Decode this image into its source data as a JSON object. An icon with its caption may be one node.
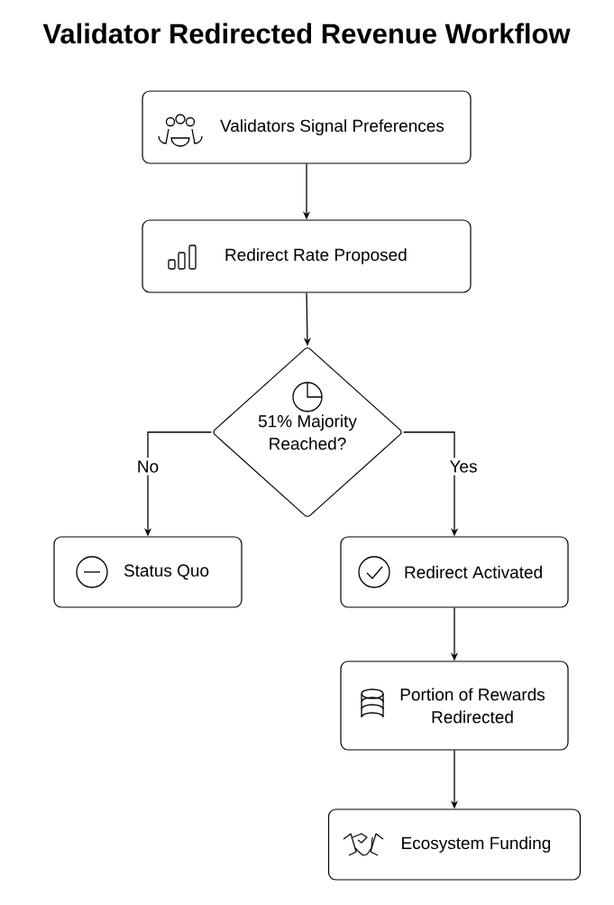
{
  "diagram": {
    "title": "Validator Redirected Revenue Workflow",
    "nodes": [
      {
        "text": [
          "Validators Signal Preferences"
        ]
      },
      {
        "text": [
          "Redirect Rate Proposed"
        ]
      },
      {
        "text": [
          "51% Majority Reached?"
        ]
      },
      {
        "text": [
          "Status Quo"
        ]
      },
      {
        "text": [
          "Redirect Activated"
        ]
      },
      {
        "text": [
          "Portion of Rewards Redirected"
        ]
      },
      {
        "text": [
          "Ecosystem Funding"
        ]
      }
    ],
    "edges": [
      {
        "from": 0,
        "to": 1,
        "arrow": "to"
      },
      {
        "from": 1,
        "to": 2,
        "arrow": "to"
      },
      {
        "from": 2,
        "to": 3,
        "arrow": "to",
        "label": "No"
      },
      {
        "from": 2,
        "to": 4,
        "arrow": "to",
        "label": "Yes"
      },
      {
        "from": 4,
        "to": 5,
        "arrow": "to"
      },
      {
        "from": 5,
        "to": 6,
        "arrow": "to"
      }
    ]
  }
}
